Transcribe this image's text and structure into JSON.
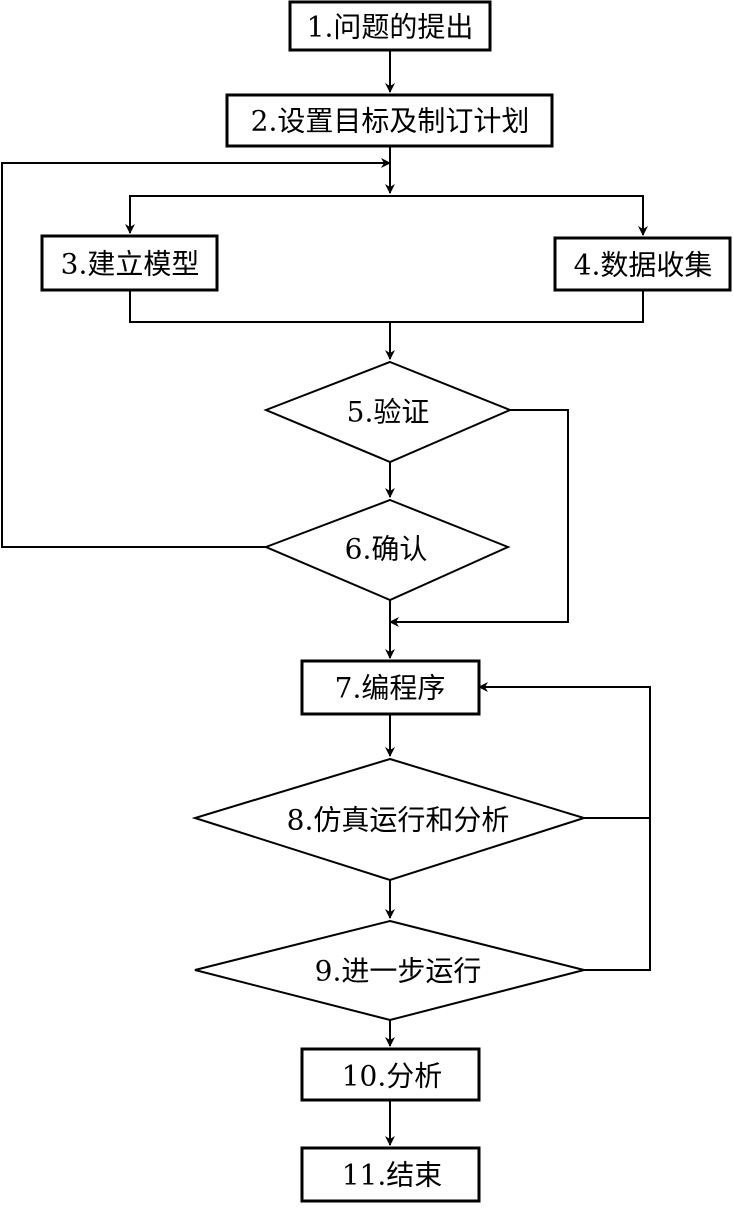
{
  "colors": {
    "stroke": "#000000",
    "background": "#ffffff"
  },
  "steps": {
    "s1": "1.问题的提出",
    "s2": "2.设置目标及制订计划",
    "s3": "3.建立模型",
    "s4": "4.数据收集",
    "s5": "5.验证",
    "s6": "6.确认",
    "s7": "7.编程序",
    "s8": "8.仿真运行和分析",
    "s9": "9.进一步运行",
    "s10": "10.分析",
    "s11": "11.结束"
  }
}
